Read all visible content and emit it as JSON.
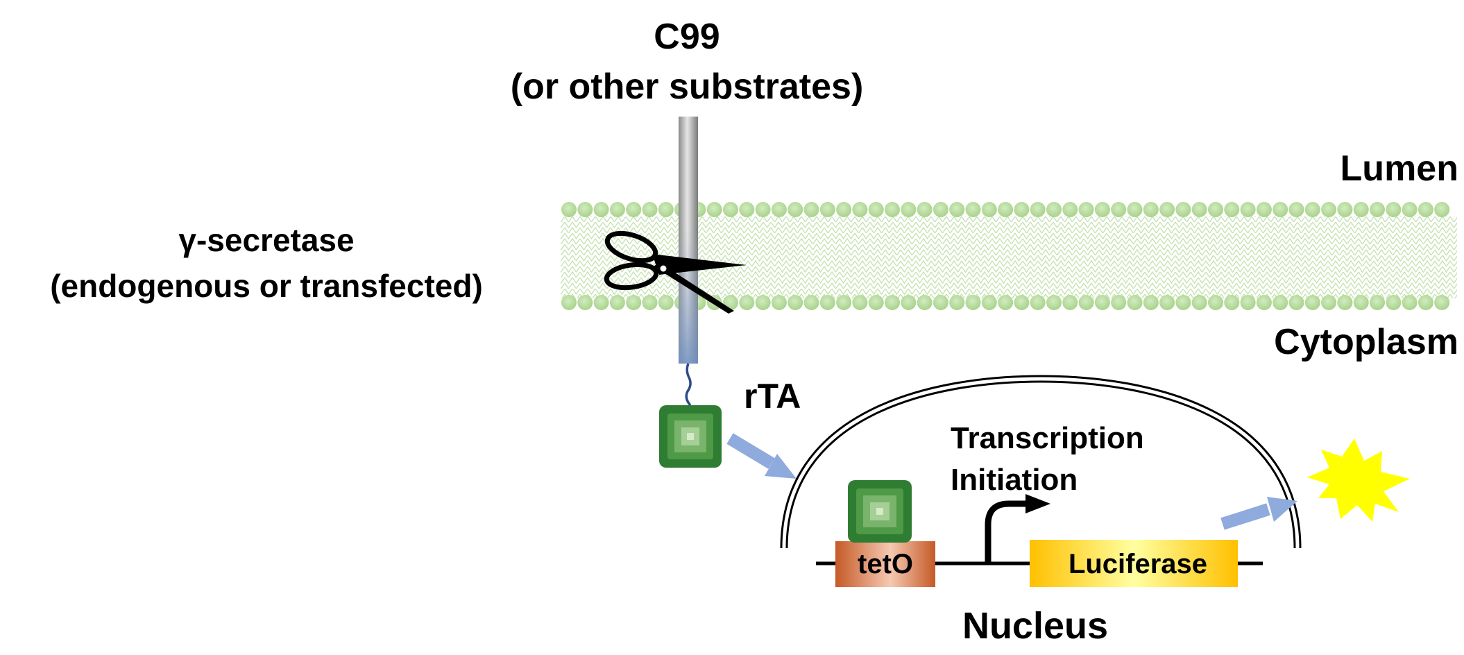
{
  "labels": {
    "substrate_line1": "C99",
    "substrate_line2": "(or other substrates)",
    "lumen": "Lumen",
    "cytoplasm": "Cytoplasm",
    "enzyme_line1": "γ-secretase",
    "enzyme_line2": "(endogenous or transfected)",
    "rta": "rTA",
    "transcription_line1": "Transcription",
    "transcription_line2": "Initiation",
    "teto": "tetO",
    "luciferase": "Luciferase",
    "nucleus": "Nucleus"
  },
  "colors": {
    "membrane_bead": "#b9dca0",
    "membrane_tail": "#c6e2b2",
    "arrow": "#8faadc",
    "rta_outer": "#2f7d32",
    "teto_dark": "#c55a27",
    "teto_light": "#f6c9b2",
    "luciferase_dark": "#ffc000",
    "luciferase_light": "#ffffa0",
    "flash": "#ffff00",
    "linker": "#2f4a8a"
  },
  "icons": {
    "scissors": "scissors-icon",
    "flash": "light-flash-icon",
    "promoter_arrow": "transcription-start-arrow-icon"
  }
}
